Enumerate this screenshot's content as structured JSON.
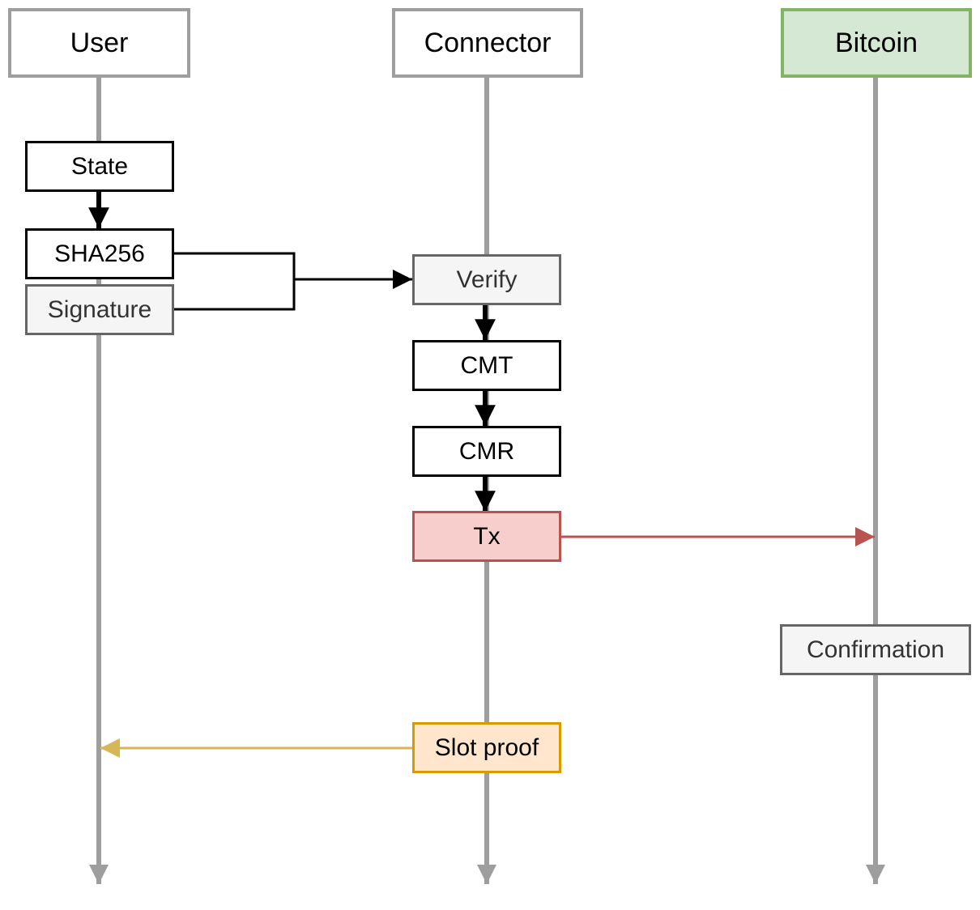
{
  "actors": [
    {
      "label": "User"
    },
    {
      "label": "Connector"
    },
    {
      "label": "Bitcoin"
    }
  ],
  "steps": {
    "state": "State",
    "sha256": "SHA256",
    "signature": "Signature",
    "verify": "Verify",
    "cmt": "CMT",
    "cmr": "CMR",
    "tx": "Tx",
    "confirmation": "Confirmation",
    "slot_proof": "Slot proof"
  },
  "colors": {
    "lifeline": "#9e9e9e",
    "flow": "#000000",
    "tx_border": "#b85450",
    "tx_fill": "#f8cecc",
    "slot_proof_border": "#d79b00",
    "slot_proof_fill": "#ffe6cc",
    "bitcoin_border": "#82b366",
    "bitcoin_fill": "#d5e8d4",
    "neutral_fill": "#f5f5f5"
  }
}
